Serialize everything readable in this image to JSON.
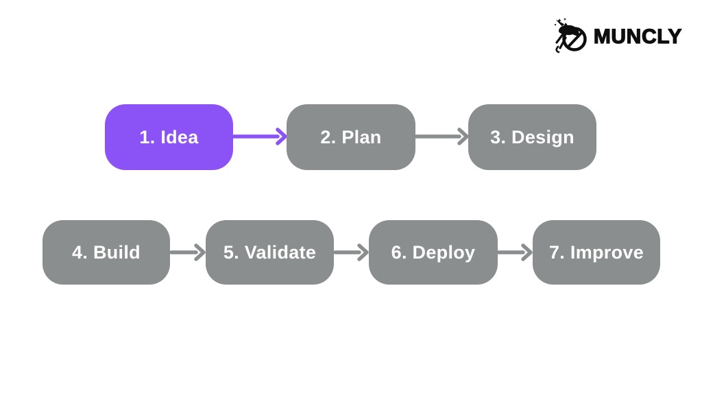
{
  "brand": {
    "name": "MUNCLY",
    "logo_icon": "unicorn-ring-icon",
    "color": "#0E0E0E"
  },
  "flowchart": {
    "background": "#FFFFFF",
    "active_color": "#8B52F6",
    "inactive_color": "#8A8E8F",
    "label_color": "#FFFFFF",
    "steps": [
      {
        "label": "1. Idea",
        "state": "highlighted",
        "fill": "#8B52F6"
      },
      {
        "label": "2. Plan",
        "state": "default",
        "fill": "#8A8E8F"
      },
      {
        "label": "3. Design",
        "state": "default",
        "fill": "#8A8E8F"
      },
      {
        "label": "4. Build",
        "state": "default",
        "fill": "#8A8E8F"
      },
      {
        "label": "5. Validate",
        "state": "default",
        "fill": "#8A8E8F"
      },
      {
        "label": "6. Deploy",
        "state": "default",
        "fill": "#8A8E8F"
      },
      {
        "label": "7. Improve",
        "state": "default",
        "fill": "#8A8E8F"
      }
    ],
    "connectors": [
      {
        "from": "1. Idea",
        "to": "2. Plan",
        "color": "#8B52F6"
      },
      {
        "from": "2. Plan",
        "to": "3. Design",
        "color": "#8A8E8F"
      },
      {
        "from": "4. Build",
        "to": "5. Validate",
        "color": "#8A8E8F"
      },
      {
        "from": "5. Validate",
        "to": "6. Deploy",
        "color": "#8A8E8F"
      },
      {
        "from": "6. Deploy",
        "to": "7. Improve",
        "color": "#8A8E8F"
      }
    ]
  }
}
